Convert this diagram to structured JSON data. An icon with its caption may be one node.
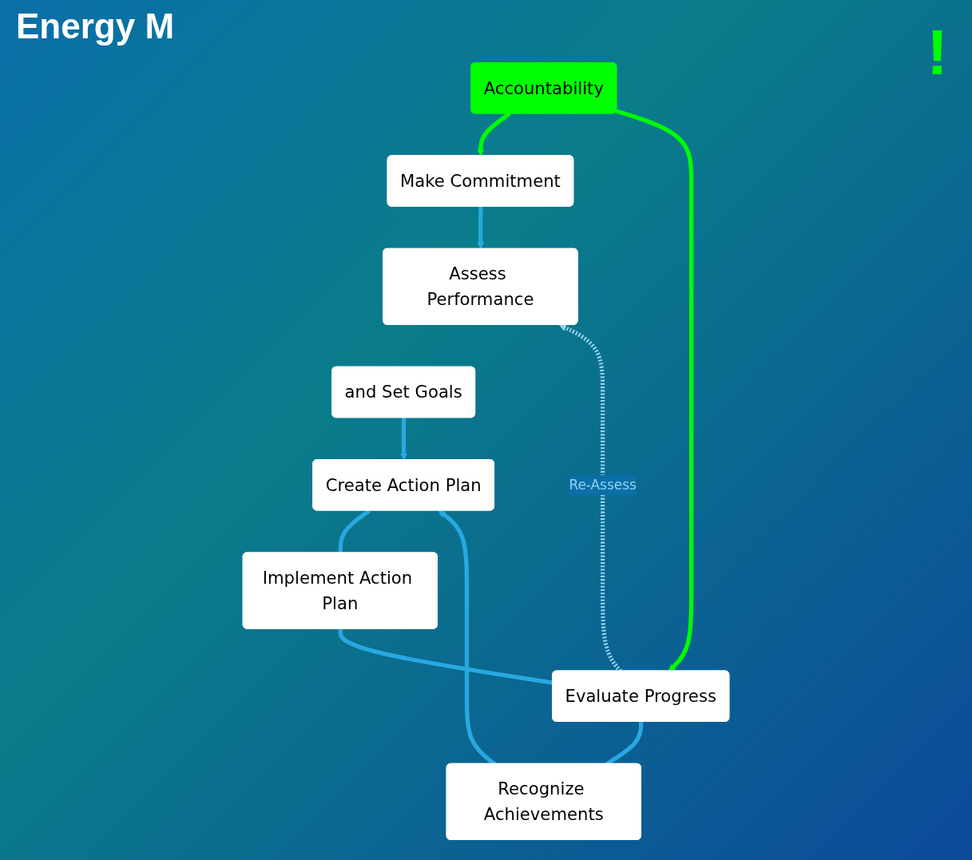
{
  "diagram": {
    "title": "Energy M",
    "nodes": [
      {
        "text": [
          "Make Commitment"
        ]
      },
      {
        "text": [
          "Assess Performance"
        ]
      },
      {
        "text": [
          "and Set Goals"
        ]
      },
      {
        "text": [
          "Create Action Plan"
        ]
      },
      {
        "text": [
          "Implement Action Plan"
        ]
      },
      {
        "text": [
          "Evaluate Progress"
        ]
      },
      {
        "text": [
          "Recognize Achievements"
        ]
      },
      {
        "text": [
          "Accountability"
        ]
      }
    ],
    "edges": [
      {
        "from": 0,
        "to": 1,
        "arrow": "to"
      },
      {
        "from": 2,
        "to": 3,
        "arrow": "to"
      },
      {
        "from": 3,
        "to": 4,
        "arrow": "none"
      },
      {
        "from": 4,
        "to": 5,
        "arrow": "none"
      },
      {
        "from": 5,
        "to": 6,
        "arrow": "none"
      },
      {
        "from": 6,
        "to": 3,
        "arrow": "to"
      },
      {
        "from": 5,
        "to": 1,
        "arrow": "to",
        "style": "dashed",
        "color": "#93d3f0",
        "label": "Re-Assess"
      },
      {
        "from": 7,
        "to": 0,
        "arrow": "to",
        "color": "#00ff00"
      },
      {
        "from": 7,
        "to": 5,
        "arrow": "to",
        "color": "#00ff00"
      }
    ],
    "labels": [
      "!"
    ]
  }
}
